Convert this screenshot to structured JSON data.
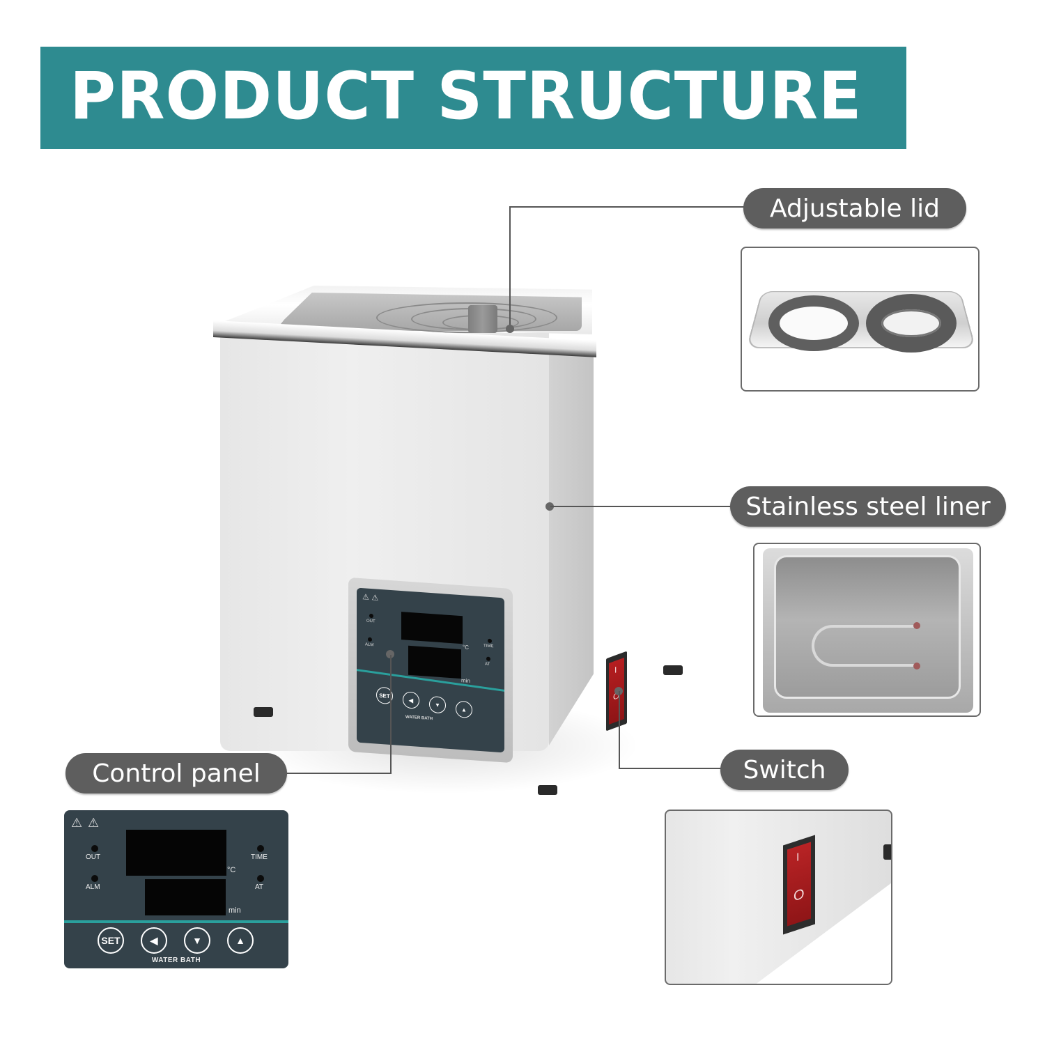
{
  "banner": {
    "title": "PRODUCT STRUCTURE",
    "background_color": "#2e8b90",
    "text_color": "#ffffff"
  },
  "callouts": [
    {
      "id": "lid",
      "label": "Adjustable lid"
    },
    {
      "id": "liner",
      "label": "Stainless steel liner"
    },
    {
      "id": "switch",
      "label": "Switch"
    },
    {
      "id": "control",
      "label": "Control panel"
    }
  ],
  "callout_style": {
    "pill_color": "#5e5e5e",
    "text_color": "#ffffff",
    "line_color": "#555555"
  },
  "control_panel": {
    "indicators_left": [
      "OUT",
      "ALM"
    ],
    "indicators_right": [
      "TIME",
      "AT"
    ],
    "units": {
      "temperature": "°C",
      "time": "min"
    },
    "buttons": [
      {
        "name": "set",
        "label": "SET"
      },
      {
        "name": "left",
        "label": "◀"
      },
      {
        "name": "down",
        "label": "▼"
      },
      {
        "name": "up",
        "label": "▲"
      }
    ],
    "caption": "WATER BATH",
    "warning_icons": [
      "⚠",
      "⚠"
    ],
    "accent_stripe_color": "#2aa09d",
    "face_color": "#34424a"
  },
  "switch": {
    "on_mark": "I",
    "off_mark": "O",
    "color": "#b51e20"
  }
}
